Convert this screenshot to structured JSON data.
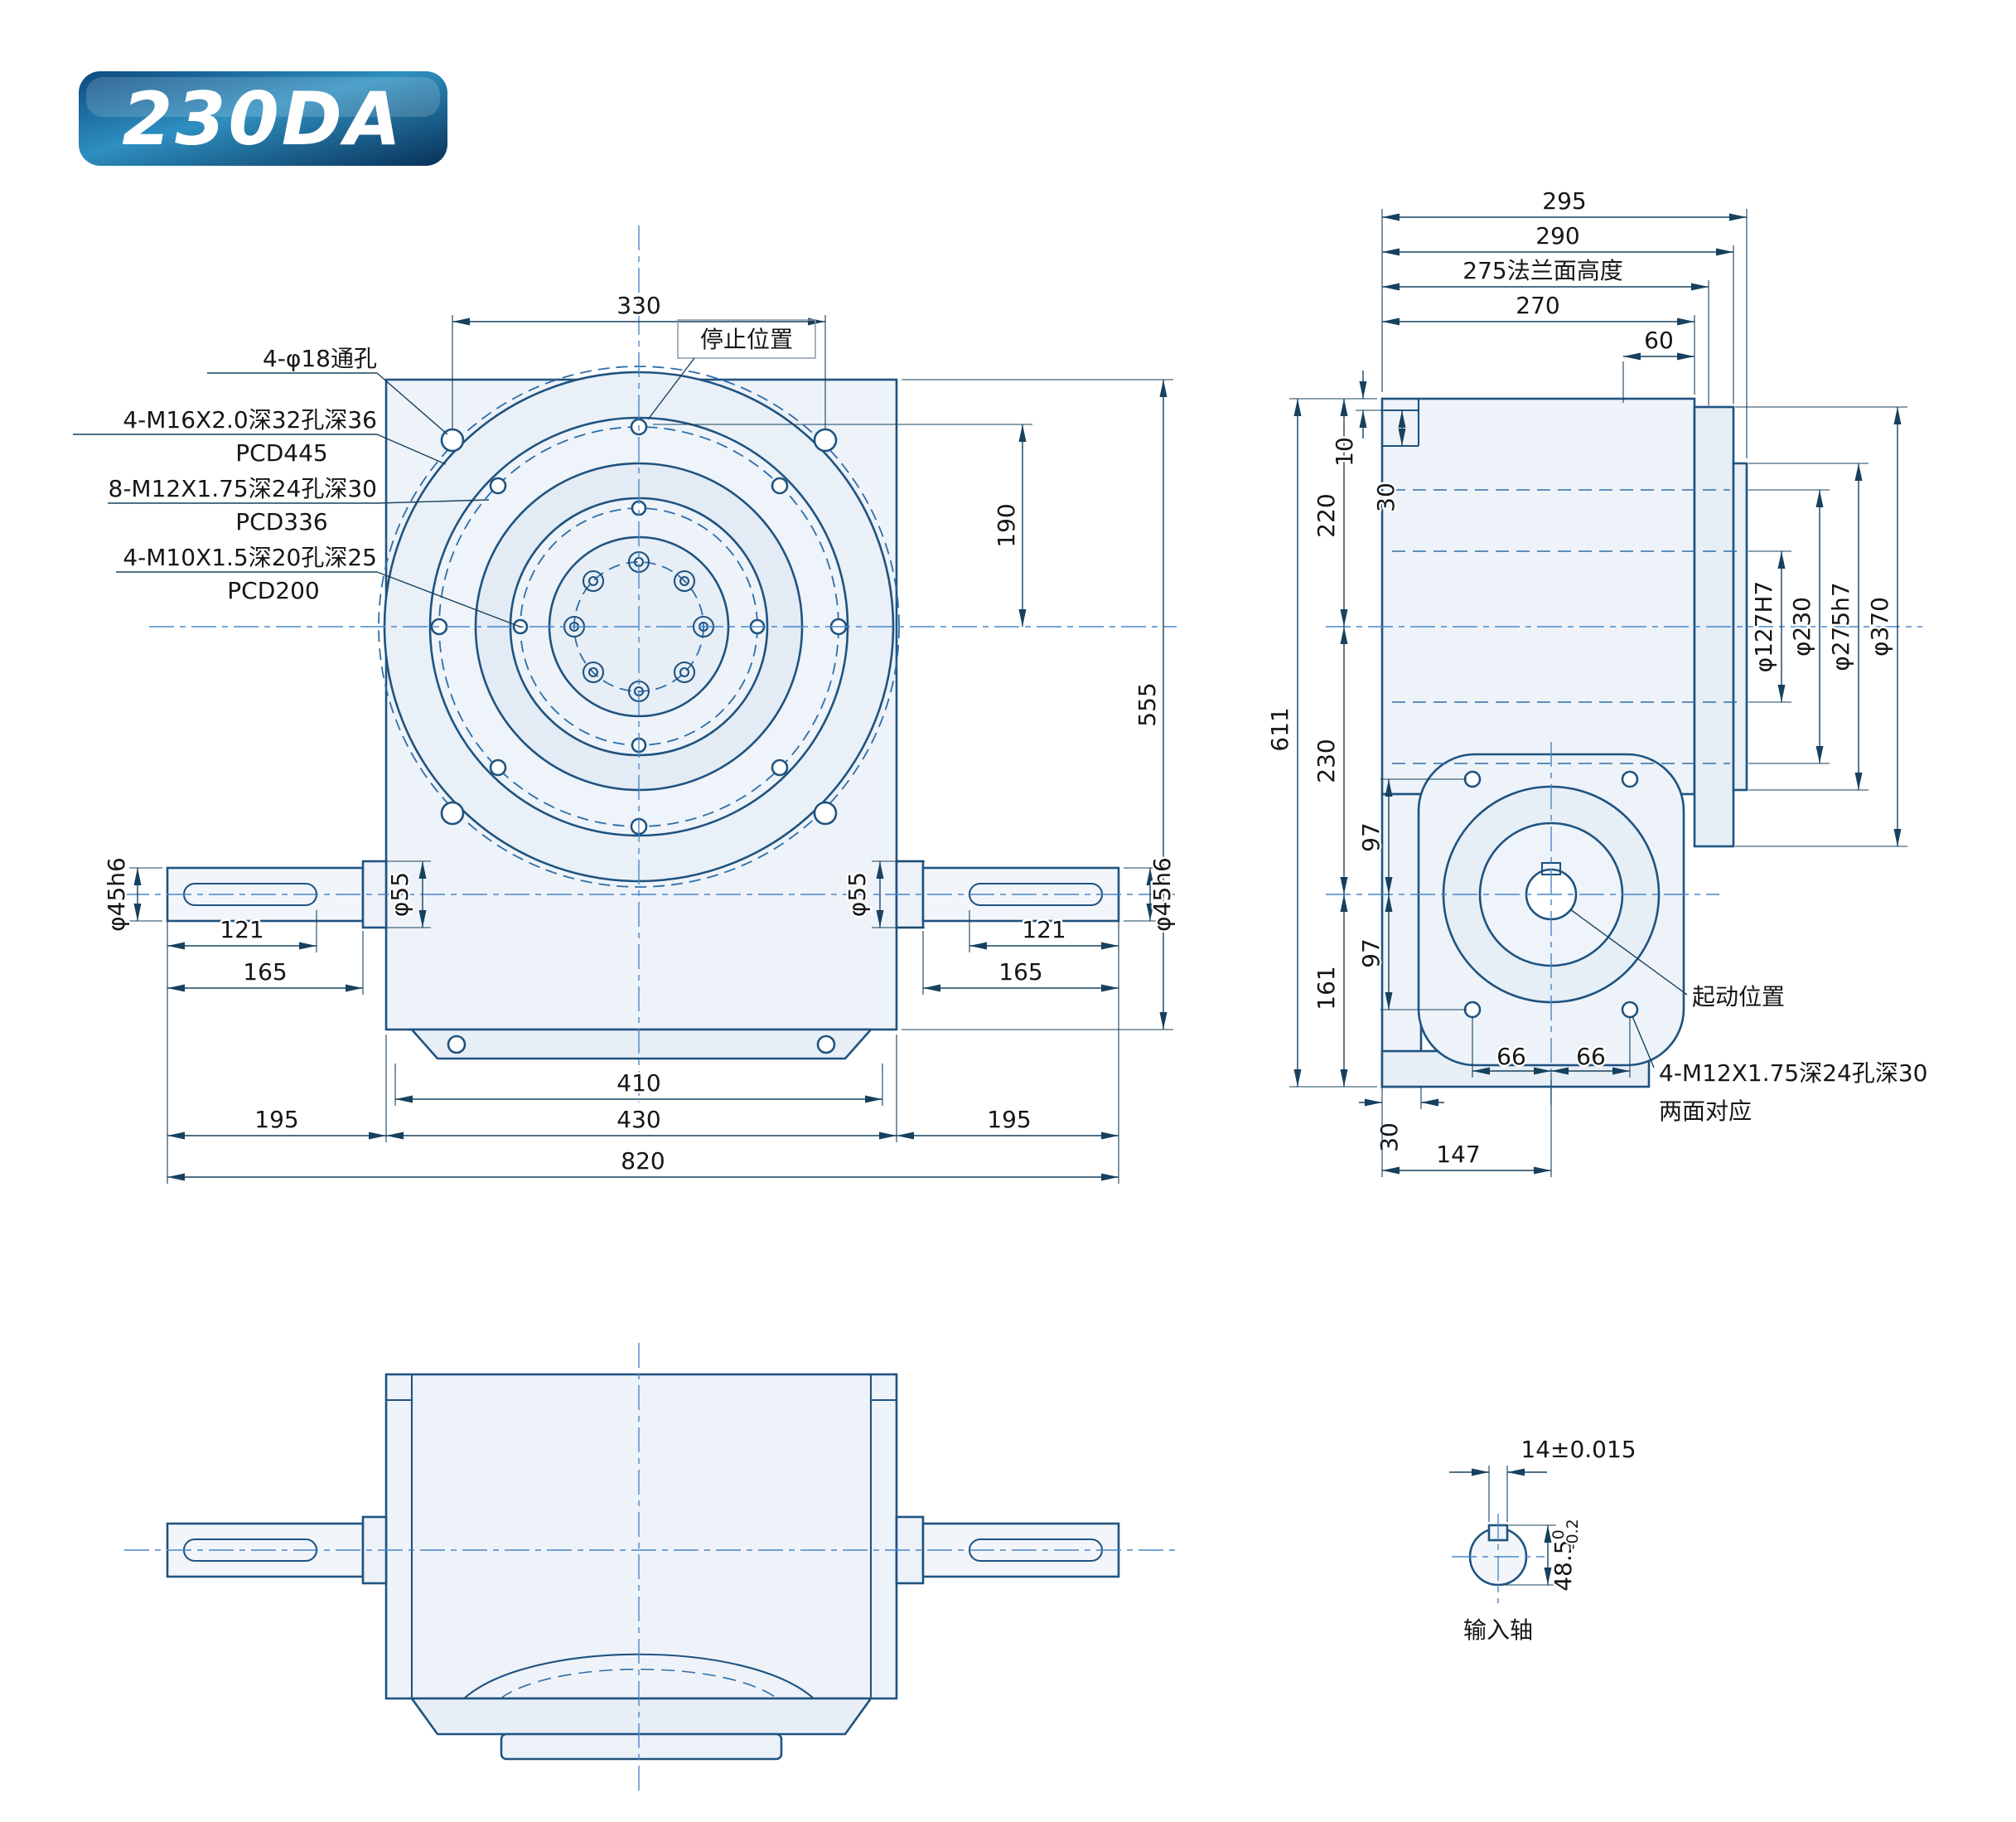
{
  "badge": {
    "model": "230DA"
  },
  "colors": {
    "line": "#1f5380",
    "centerline": "#4a86c8",
    "dimension": "#17415e",
    "badge_dark": "#083158",
    "badge_light": "#2e8fc0",
    "body_fill": "#eef3f9"
  },
  "front_view": {
    "labels": {
      "stop_position": "停止位置",
      "holes_18": "4-φ18通孔",
      "holes_m16": "4-M16X2.0深32孔深36",
      "pcd_445": "PCD445",
      "holes_m12": "8-M12X1.75深24孔深30",
      "pcd_336": "PCD336",
      "holes_m10": "4-M10X1.5深20孔深25",
      "pcd_200": "PCD200"
    },
    "dims": {
      "top_330": "330",
      "right_190": "190",
      "right_555": "555",
      "left_shaft_dia": "φ45h6",
      "right_shaft_dia": "φ45h6",
      "left_55": "φ55",
      "right_55": "φ55",
      "left_121": "121",
      "left_165": "165",
      "right_121": "121",
      "right_165": "165",
      "bottom_410": "410",
      "bottom_430": "430",
      "bottom_195_left": "195",
      "bottom_195_right": "195",
      "bottom_820": "820"
    }
  },
  "side_view": {
    "labels": {
      "start_position": "起动位置",
      "bolt_note1": "4-M12X1.75深24孔深30",
      "bolt_note2": "两面对应"
    },
    "dims": {
      "top_295": "295",
      "top_290": "290",
      "top_275": "275法兰面高度",
      "top_270": "270",
      "top_60": "60",
      "left_10": "10",
      "left_30_top": "30",
      "left_220": "220",
      "left_230": "230",
      "left_611": "611",
      "left_161": "161",
      "left_97_upper": "97",
      "left_97_lower": "97",
      "bottom_66_left": "66",
      "bottom_66_right": "66",
      "bottom_30": "30",
      "bottom_147": "147",
      "dia_127": "φ127H7",
      "dia_230": "φ230",
      "dia_275": "φ275h7",
      "dia_370": "φ370"
    }
  },
  "input_shaft": {
    "dims": {
      "key_width": "14±0.015",
      "height": "48.5",
      "tol_upper": "0",
      "tol_lower": "-0.2"
    },
    "label": "输入轴"
  }
}
